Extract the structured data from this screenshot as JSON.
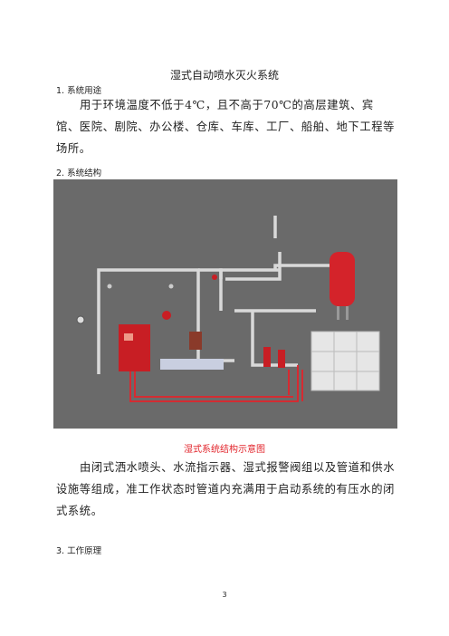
{
  "doc": {
    "title": "湿式自动喷水灭火系统",
    "section1_heading": "1. 系统用途",
    "section1_text": "用于环境温度不低于4℃，且不高于70℃的高层建筑、宾馆、医院、剧院、办公楼、仓库、车库、工厂、船舶、地下工程等场所。",
    "section2_heading": "2. 系统结构",
    "figure_caption": "湿式系统结构示意图",
    "section2_text": "由闭式洒水喷头、水流指示器、湿式报警阀组以及管道和供水设施等组成，准工作状态时管道内充满用于启动系统的有压水的闭式系统。",
    "section3_heading": "3. 工作原理",
    "page_number": "3"
  },
  "colors": {
    "figure_bg": "#6a6a6a",
    "pipe": "#d9d9d9",
    "alarm_red": "#e2242b",
    "caption_red": "#e2242b"
  }
}
